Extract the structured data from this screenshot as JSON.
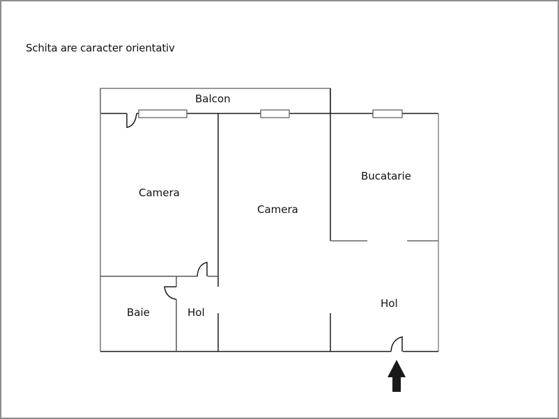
{
  "document": {
    "note": "Schita are caracter orientativ"
  },
  "floor_plan": {
    "rooms": [
      {
        "id": "balcon",
        "label": "Balcon"
      },
      {
        "id": "camera-1",
        "label": "Camera"
      },
      {
        "id": "camera-2",
        "label": "Camera"
      },
      {
        "id": "bucatarie",
        "label": "Bucatarie"
      },
      {
        "id": "baie",
        "label": "Baie"
      },
      {
        "id": "hol-1",
        "label": "Hol"
      },
      {
        "id": "hol-2",
        "label": "Hol"
      }
    ],
    "entrance": "entrance-arrow",
    "colors": {
      "wall": "#1a1a1a",
      "frame": "#8c8c8c",
      "window": "#555555",
      "arrow": "#1a1a1a"
    }
  }
}
